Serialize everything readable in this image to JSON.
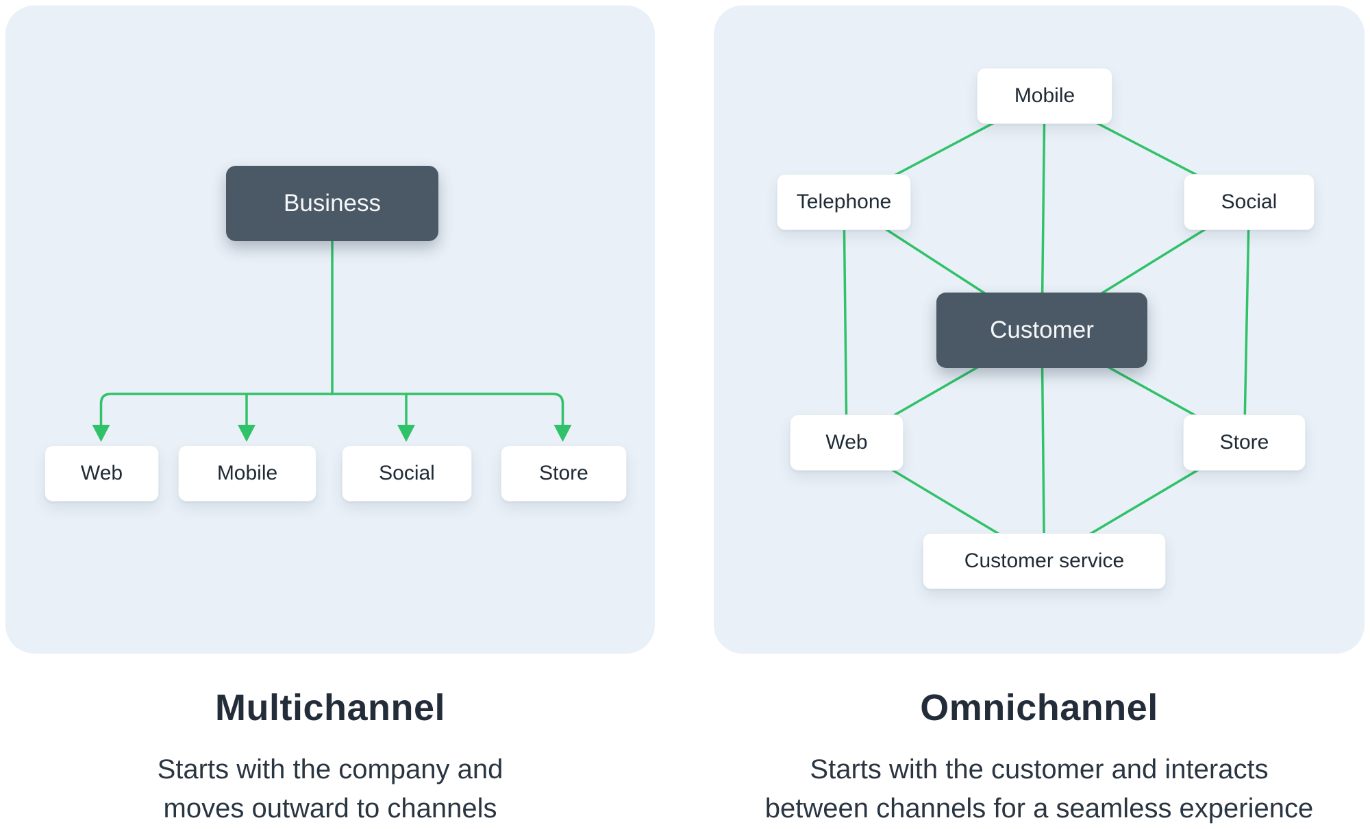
{
  "left_panel": {
    "heading": "Multichannel",
    "description": [
      "Starts with the company and",
      "moves outward to channels"
    ],
    "root_node": "Business",
    "child_nodes": [
      "Web",
      "Mobile",
      "Social",
      "Store"
    ]
  },
  "right_panel": {
    "heading": "Omnichannel",
    "description": [
      "Starts with the customer and interacts",
      "between channels for a seamless experience"
    ],
    "center_node": "Customer",
    "nodes": {
      "mobile": "Mobile",
      "telephone": "Telephone",
      "social": "Social",
      "customer": "Customer",
      "web": "Web",
      "store": "Store",
      "customer_service": "Customer service"
    },
    "edges": [
      [
        "mobile",
        "telephone"
      ],
      [
        "mobile",
        "customer"
      ],
      [
        "mobile",
        "social"
      ],
      [
        "telephone",
        "customer"
      ],
      [
        "social",
        "customer"
      ],
      [
        "telephone",
        "web"
      ],
      [
        "social",
        "store"
      ],
      [
        "customer",
        "web"
      ],
      [
        "customer",
        "store"
      ],
      [
        "customer",
        "customer_service"
      ],
      [
        "web",
        "customer_service"
      ],
      [
        "store",
        "customer_service"
      ]
    ]
  },
  "colors": {
    "page_bg": "#ffffff",
    "panel_bg": "#e9f0f8",
    "connector_green": "#30c268",
    "dark_node_bg": "#4b5865",
    "dark_node_text": "#f5f8fa",
    "node_text": "#202b36",
    "heading_text": "#232d3a",
    "body_text": "#2a3542"
  }
}
